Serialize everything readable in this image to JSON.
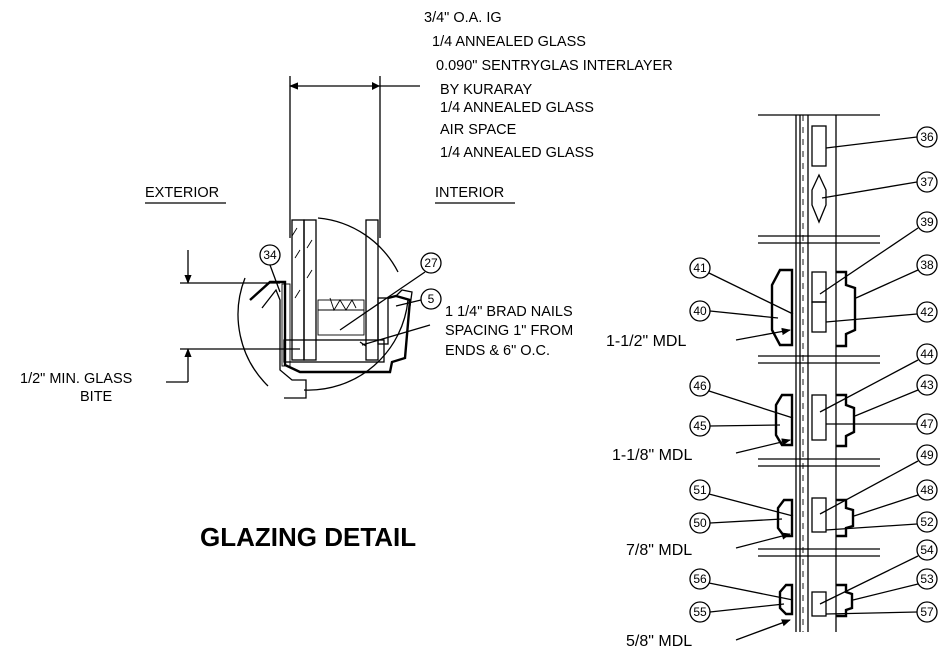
{
  "glass_notes": [
    "3/4\" O.A. IG",
    "1/4 ANNEALED GLASS",
    "0.090\" SENTRYGLAS INTERLAYER",
    "BY KURARAY",
    "1/4 ANNEALED GLASS",
    "AIR SPACE",
    "1/4 ANNEALED GLASS"
  ],
  "exterior_label": "EXTERIOR",
  "interior_label": "INTERIOR",
  "brad_note": [
    "1 1/4\" BRAD NAILS",
    "SPACING 1\" FROM",
    "ENDS & 6\" O.C."
  ],
  "glass_bite_note": [
    "1/2\" MIN. GLASS",
    "BITE"
  ],
  "detail_title": "GLAZING DETAIL",
  "glazing_callouts": [
    "34",
    "27",
    "5"
  ],
  "mdl_labels": [
    "1-1/2\" MDL",
    "1-1/8\" MDL",
    "7/8\" MDL",
    "5/8\" MDL"
  ],
  "right_callouts": [
    "36",
    "37",
    "39",
    "38",
    "42",
    "44",
    "43",
    "47",
    "49",
    "48",
    "52",
    "54",
    "53",
    "57"
  ],
  "left_callouts": [
    "41",
    "40",
    "46",
    "45",
    "51",
    "50",
    "56",
    "55"
  ]
}
